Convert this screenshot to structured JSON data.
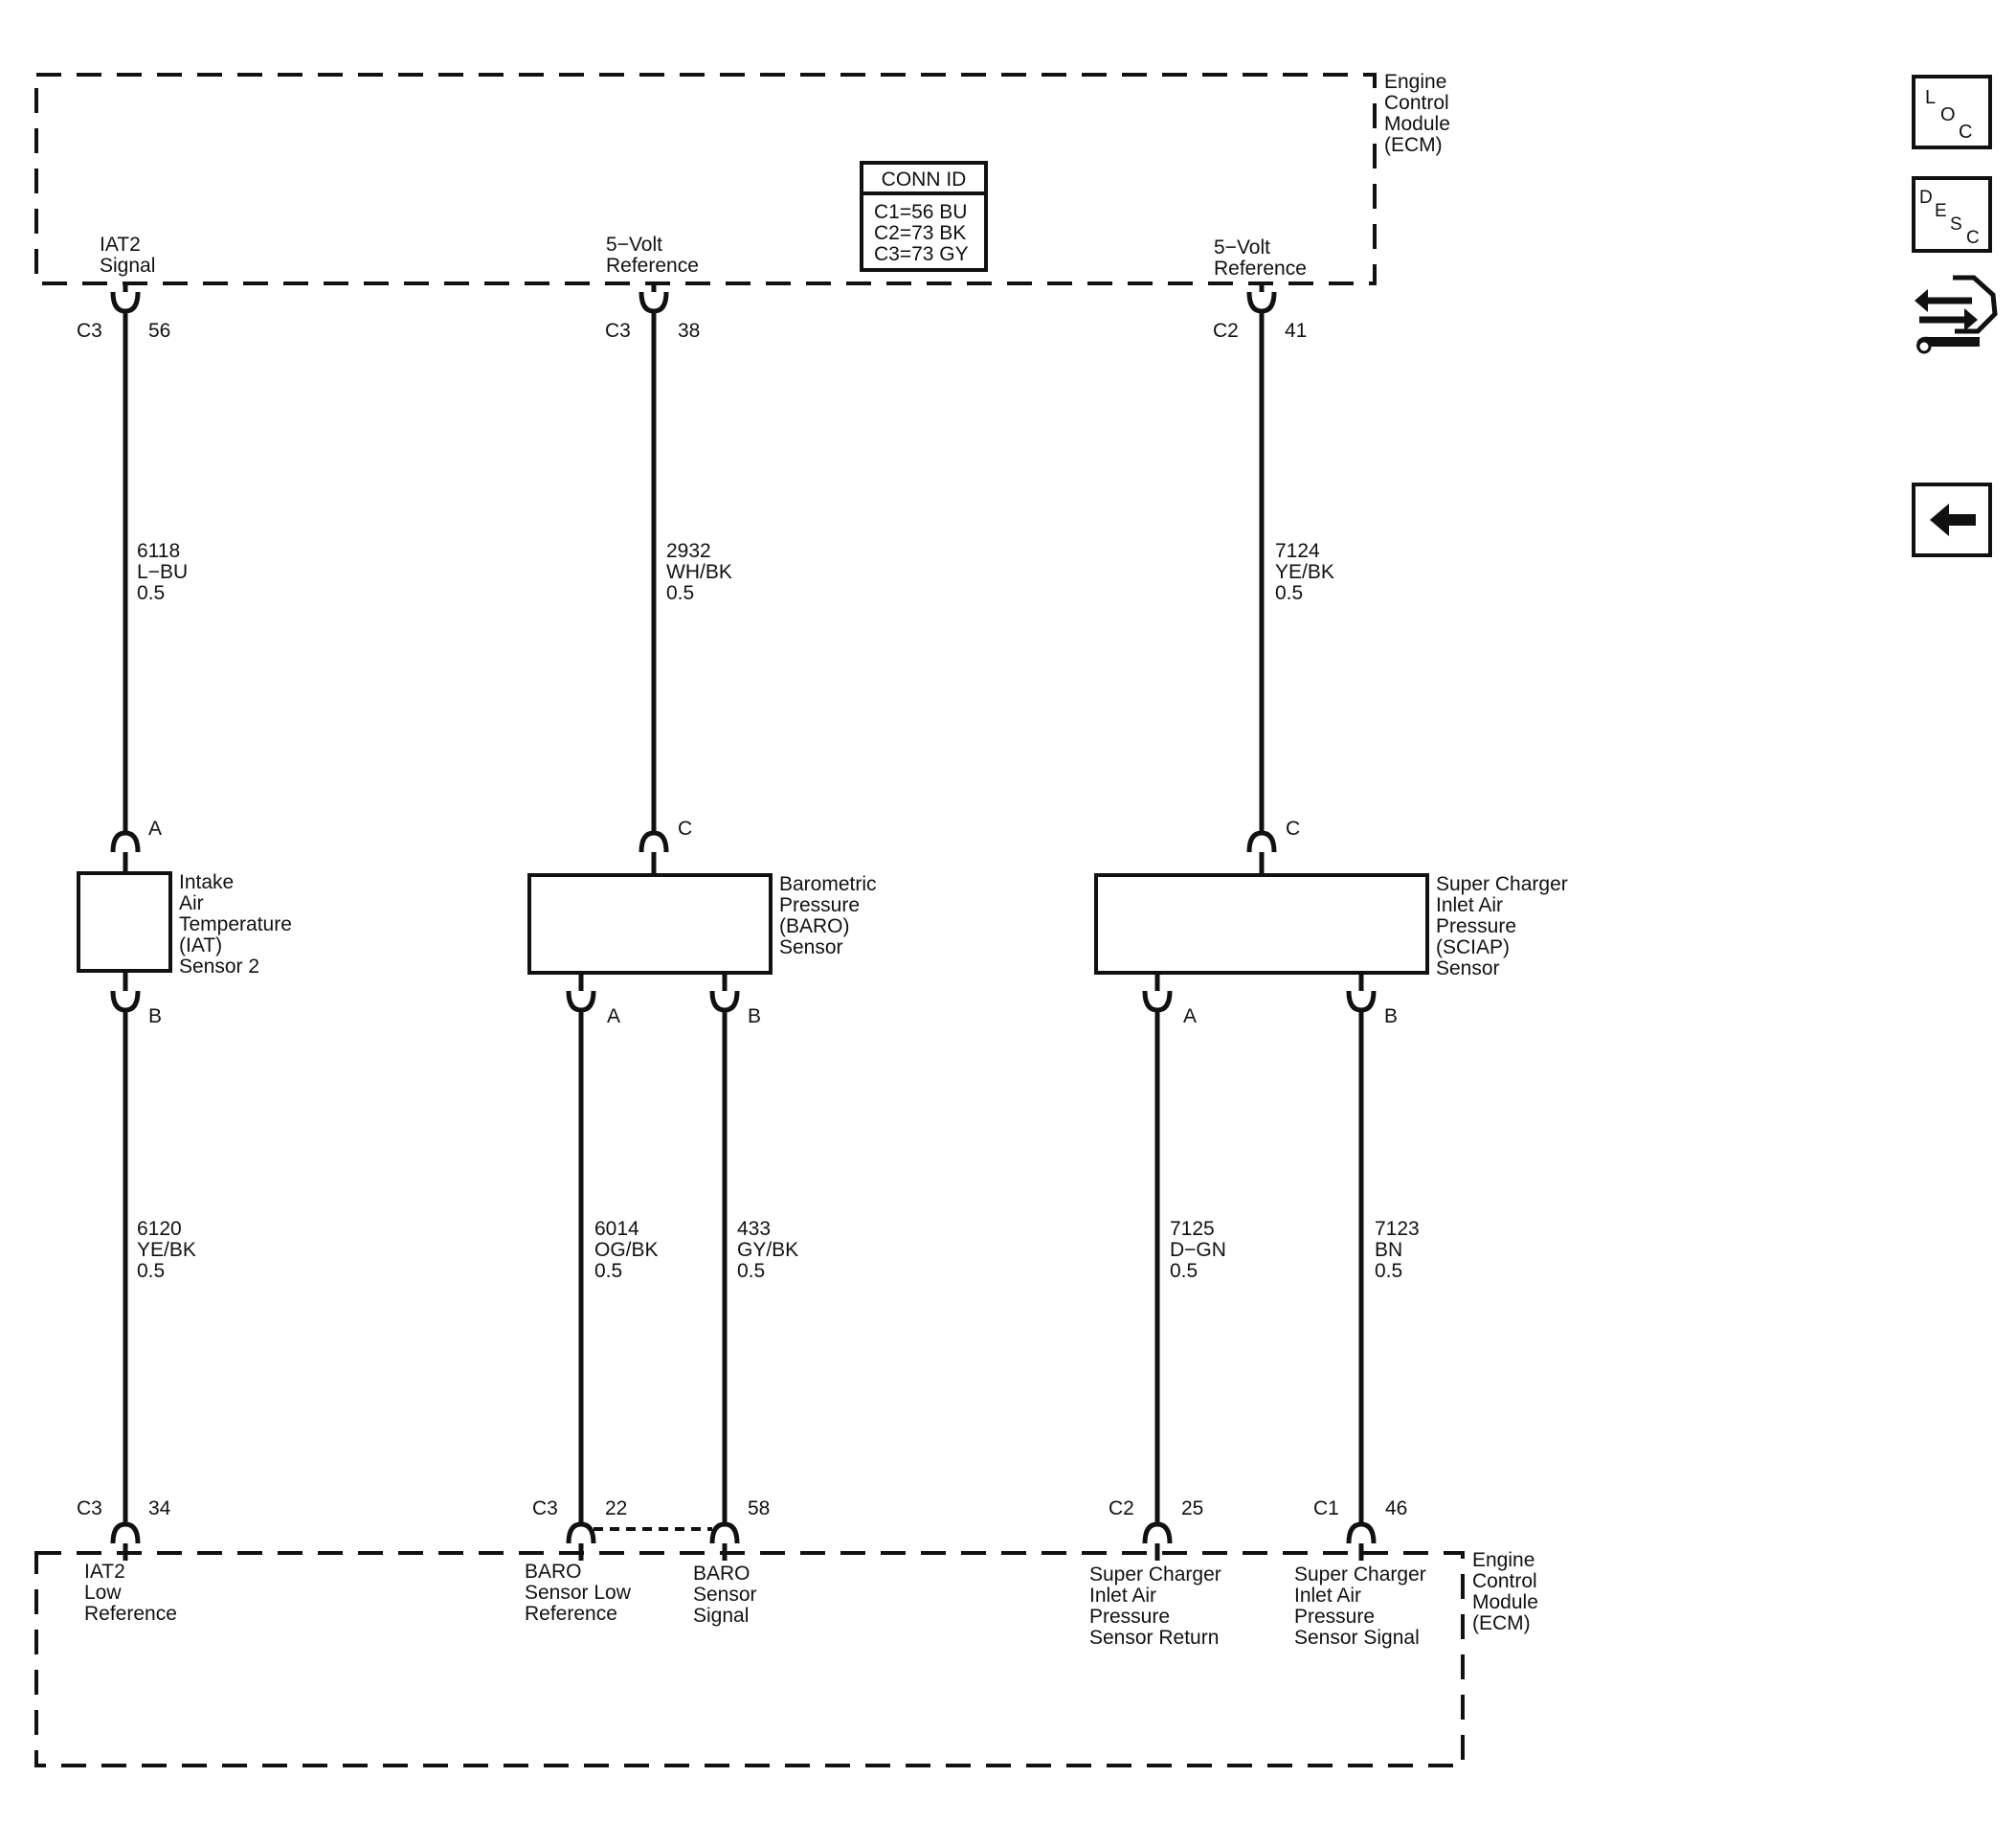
{
  "ecm_top": {
    "module_label": [
      "Engine",
      "Control",
      "Module",
      "(ECM)"
    ],
    "conn_id": {
      "title": "CONN ID",
      "rows": [
        "C1=56 BU",
        "C2=73 BK",
        "C3=73 GY"
      ]
    },
    "pins": [
      {
        "label": [
          "IAT2",
          "Signal"
        ],
        "connector": "C3",
        "pin": "56"
      },
      {
        "label": [
          "5−Volt",
          "Reference"
        ],
        "connector": "C3",
        "pin": "38"
      },
      {
        "label": [
          "5−Volt",
          "Reference"
        ],
        "connector": "C2",
        "pin": "41"
      }
    ]
  },
  "ecm_bottom": {
    "module_label": [
      "Engine",
      "Control",
      "Module",
      "(ECM)"
    ],
    "pins": [
      {
        "label": [
          "IAT2",
          "Low",
          "Reference"
        ],
        "connector": "C3",
        "pin": "34"
      },
      {
        "label": [
          "BARO",
          "Sensor Low",
          "Reference"
        ],
        "connector": "C3",
        "pin": "22"
      },
      {
        "label": [
          "BARO",
          "Sensor",
          "Signal"
        ],
        "connector": "",
        "pin": "58"
      },
      {
        "label": [
          "Super Charger",
          "Inlet Air",
          "Pressure",
          "Sensor Return"
        ],
        "connector": "C2",
        "pin": "25"
      },
      {
        "label": [
          "Super Charger",
          "Inlet Air",
          "Pressure",
          "Sensor Signal"
        ],
        "connector": "C1",
        "pin": "46"
      }
    ]
  },
  "wires_upper": [
    {
      "circuit": "6118",
      "color": "L−BU",
      "gauge": "0.5"
    },
    {
      "circuit": "2932",
      "color": "WH/BK",
      "gauge": "0.5"
    },
    {
      "circuit": "7124",
      "color": "YE/BK",
      "gauge": "0.5"
    }
  ],
  "wires_lower": [
    {
      "circuit": "6120",
      "color": "YE/BK",
      "gauge": "0.5"
    },
    {
      "circuit": "6014",
      "color": "OG/BK",
      "gauge": "0.5"
    },
    {
      "circuit": "433",
      "color": "GY/BK",
      "gauge": "0.5"
    },
    {
      "circuit": "7125",
      "color": "D−GN",
      "gauge": "0.5"
    },
    {
      "circuit": "7123",
      "color": "BN",
      "gauge": "0.5"
    }
  ],
  "sensors": [
    {
      "name": [
        "Intake",
        "Air",
        "Temperature",
        "(IAT)",
        "Sensor 2"
      ],
      "top_pin": "A",
      "bottom_pins": [
        "B"
      ]
    },
    {
      "name": [
        "Barometric",
        "Pressure",
        "(BARO)",
        "Sensor"
      ],
      "top_pin": "C",
      "bottom_pins": [
        "A",
        "B"
      ]
    },
    {
      "name": [
        "Super Charger",
        "Inlet Air",
        "Pressure",
        "(SCIAP)",
        "Sensor"
      ],
      "top_pin": "C",
      "bottom_pins": [
        "A",
        "B"
      ]
    }
  ],
  "nav": {
    "loc": [
      "L",
      "O",
      "C"
    ],
    "desc": [
      "D",
      "E",
      "S",
      "C"
    ],
    "icons": [
      "loc-icon",
      "desc-icon",
      "connector-route-icon",
      "back-arrow-icon"
    ]
  }
}
